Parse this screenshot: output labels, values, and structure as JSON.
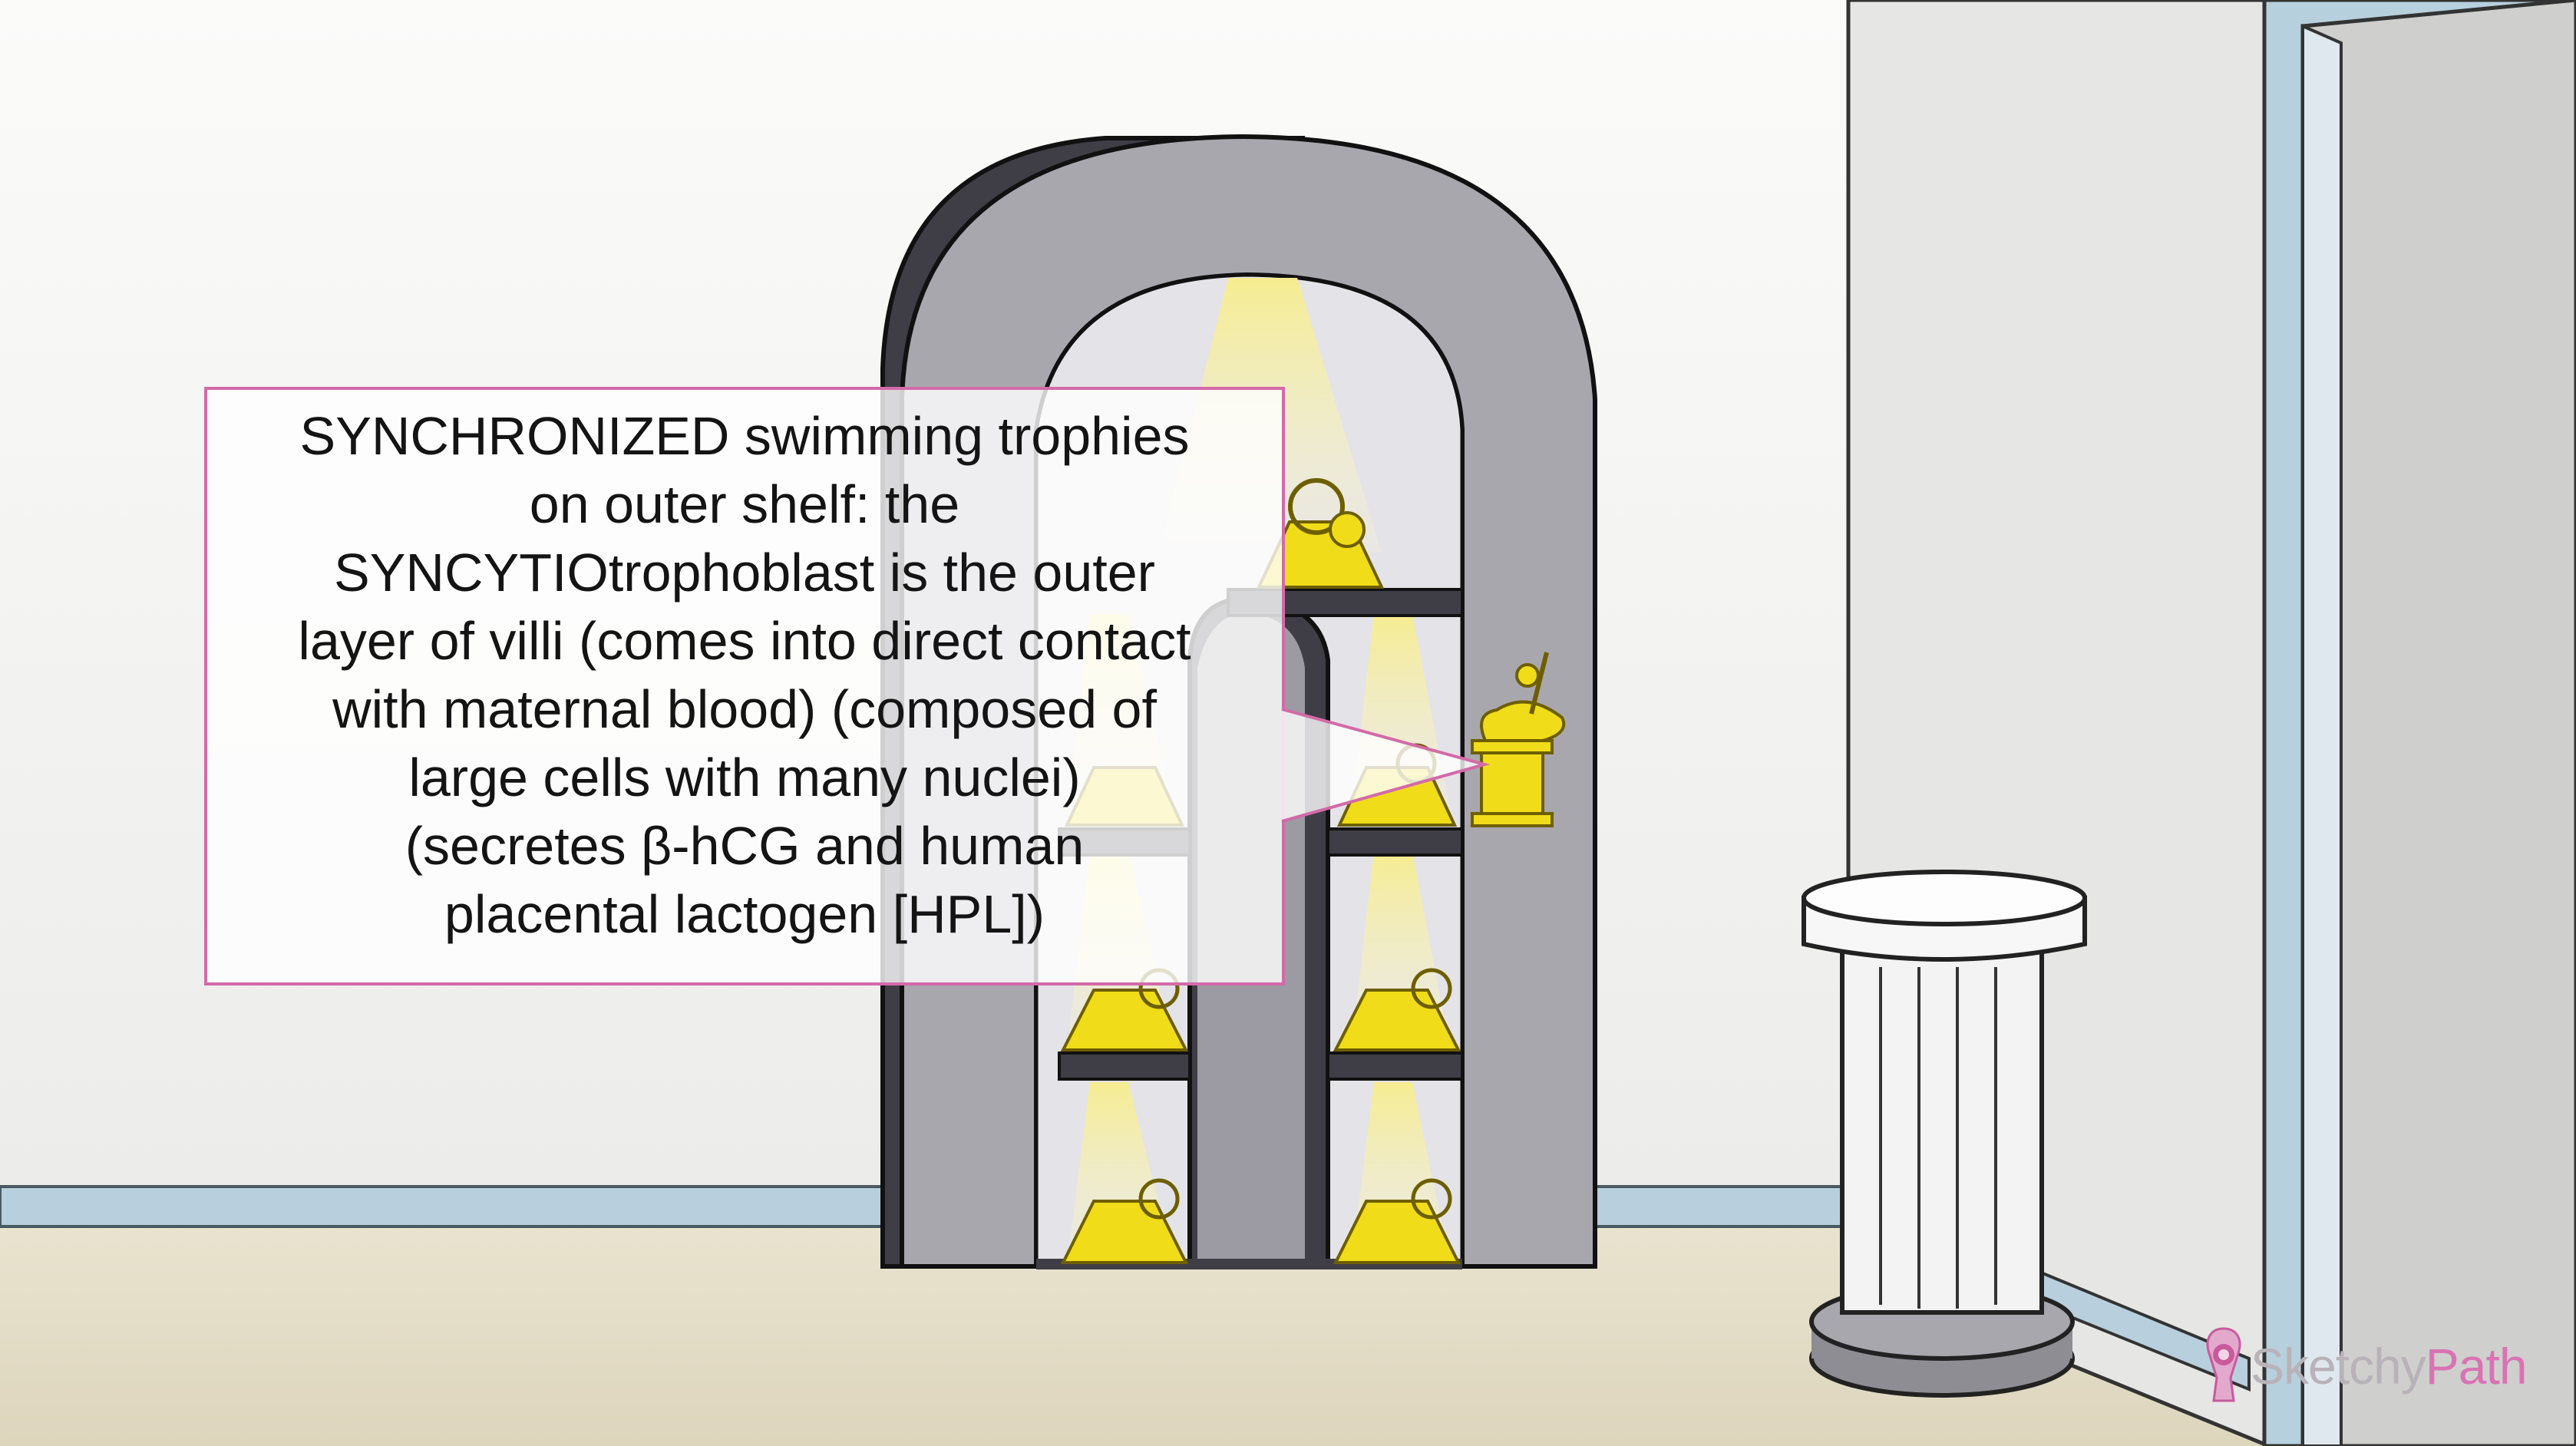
{
  "callout": {
    "lines": [
      "SYNCHRONIZED swimming trophies",
      "on outer shelf: the",
      "SYNCYTIOtrophoblast is the outer",
      "layer of villi (comes into direct contact",
      "with maternal blood) (composed of",
      "large cells with many nuclei)",
      "(secretes β-hCG and human",
      "placental lactogen [HPL])"
    ],
    "border_color": "#d36aa8"
  },
  "brand": {
    "name_part1": "Sketchy",
    "name_part2": "Path",
    "icon": "sketchypath-logo-icon"
  },
  "colors": {
    "wall": "#f1f1ef",
    "floor": "#e6dfca",
    "baseboard": "#b7cfdc",
    "arch": "#a8a6ad",
    "trophy": "#f1dc1a",
    "column": "#f2f2f2"
  }
}
